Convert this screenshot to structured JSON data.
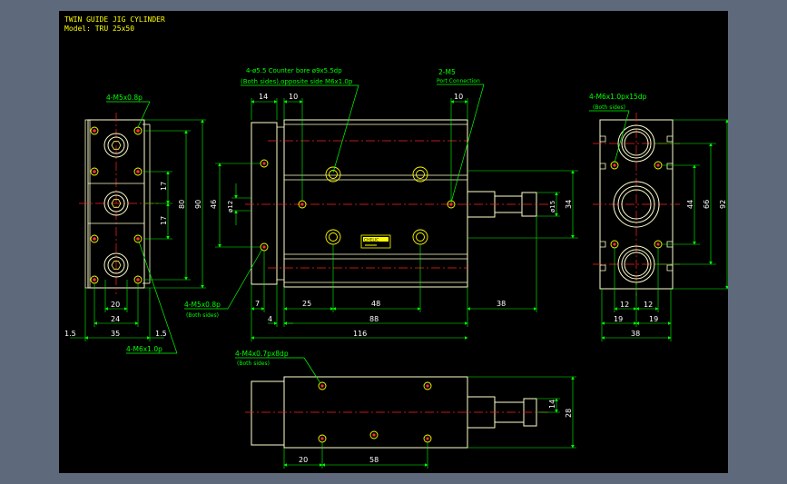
{
  "title": {
    "line1": "TWIN GUIDE JIG CYLINDER",
    "line2": "Model: TRU 25x50"
  },
  "colors": {
    "outline": "#ffffcc",
    "centerline": "#ff2020",
    "dimension": "#00ff00",
    "text_dim": "#ffffff",
    "title": "#ffff00",
    "background": "#000000",
    "frame": "#5e6a7c"
  },
  "front_view": {
    "dims": {
      "d14": "14",
      "d10a": "10",
      "d10b": "10",
      "d46": "46",
      "d12": "ø12",
      "d15": "ø15",
      "d34": "34",
      "d7": "7",
      "d25": "25",
      "d48": "48",
      "d38": "38",
      "d4": "4",
      "d88": "88",
      "d116": "116"
    },
    "callouts": {
      "counterbore": "4-ø5.5 Counter bore ø9x5.5dp",
      "counterbore_sub": "(Both sides),opposite side M6x1.0p",
      "port": "2-M5",
      "port_sub": "Port Connection",
      "m5_side": "4-M5x0.8p",
      "m5_side_sub": "(Both sides)"
    },
    "label_plate": "CHELIC"
  },
  "left_view": {
    "callouts": {
      "top": "4-M5x0.8p",
      "bottom": "4-M6x1.0p"
    },
    "dims": {
      "d17a": "17",
      "d17b": "17",
      "d80": "80",
      "d90": "90",
      "d20": "20",
      "d24": "24",
      "d35": "35",
      "d15a": "1.5",
      "d15b": "1.5"
    }
  },
  "right_view": {
    "callouts": {
      "top": "4-M6x1.0px15dp",
      "top_sub": "(Both sides)"
    },
    "dims": {
      "d44": "44",
      "d66": "66",
      "d92": "92",
      "d12a": "12",
      "d12b": "12",
      "d19a": "19",
      "d19b": "19",
      "d38": "38"
    }
  },
  "bottom_view": {
    "callouts": {
      "m4": "4-M4x0.7px8dp",
      "m4_sub": "(Both sides)"
    },
    "dims": {
      "d14": "14",
      "d28": "28",
      "d20": "20",
      "d58": "58"
    }
  }
}
